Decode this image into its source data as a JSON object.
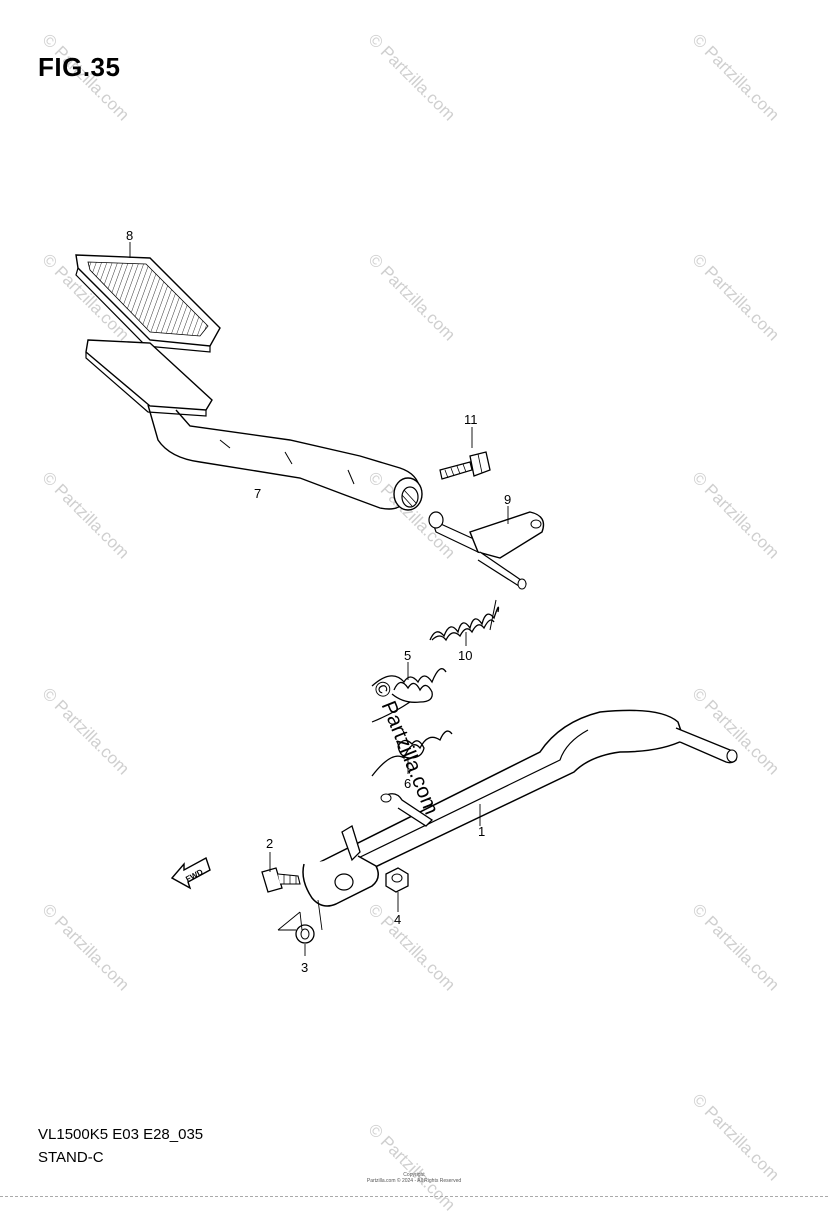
{
  "figure": {
    "title": "FIG.35",
    "model_code": "VL1500K5 E03 E28_035",
    "name": "STAND-C",
    "copyright_line1": "Copyright",
    "copyright_line2": "Partzilla.com © 2024 - All Rights Reserved"
  },
  "watermark": {
    "text": "© Partzilla.com",
    "center_text": "© Partzilla.com"
  },
  "callouts": {
    "c1": "1",
    "c2": "2",
    "c3": "3",
    "c4": "4",
    "c5": "5",
    "c6": "6",
    "c7": "7",
    "c8": "8",
    "c9": "9",
    "c10": "10",
    "c11": "11"
  },
  "fwd_label": "FWD"
}
